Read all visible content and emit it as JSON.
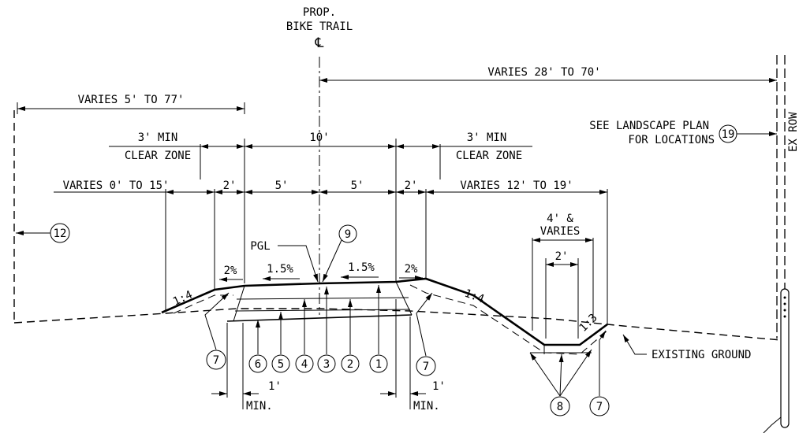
{
  "centerline": {
    "line1": "PROP.",
    "line2": "BIKE TRAIL",
    "symbol": "℄"
  },
  "dimensions": {
    "left_varies": "VARIES 5' TO 77'",
    "right_varies": "VARIES 28' TO 70'",
    "left_clear_min": "3' MIN",
    "left_clear_zone": "CLEAR ZONE",
    "right_clear_min": "3' MIN",
    "right_clear_zone": "CLEAR ZONE",
    "trail_width": "10'",
    "left_shoulder_range": "VARIES 0' TO 15'",
    "left_shoulder": "2'",
    "left_half": "5'",
    "right_half": "5'",
    "right_shoulder": "2'",
    "right_shoulder_range": "VARIES 12' TO 19'",
    "ditch_top_line1": "4' &",
    "ditch_top_line2": "VARIES",
    "ditch_bottom": "2'",
    "left_min_offset": "1'",
    "left_min_label": "MIN.",
    "right_min_offset": "1'",
    "right_min_label": "MIN."
  },
  "slopes": {
    "left_foreslope": "1:4",
    "right_foreslope": "1:4",
    "backslope": "1:3",
    "left_shoulder_slope": "2%",
    "left_cross_slope": "1.5%",
    "right_cross_slope": "1.5%",
    "right_shoulder_slope": "2%"
  },
  "labels": {
    "pgl": "PGL",
    "landscape_line1": "SEE LANDSCAPE PLAN",
    "landscape_line2": "FOR LOCATIONS",
    "existing_ground": "EXISTING GROUND",
    "ex_row": "EX ROW"
  },
  "callouts": {
    "c1": "1",
    "c2": "2",
    "c3": "3",
    "c4": "4",
    "c5": "5",
    "c6": "6",
    "c7_left": "7",
    "c7_mid": "7",
    "c7_right": "7",
    "c8": "8",
    "c9": "9",
    "c12": "12",
    "c19": "19"
  }
}
